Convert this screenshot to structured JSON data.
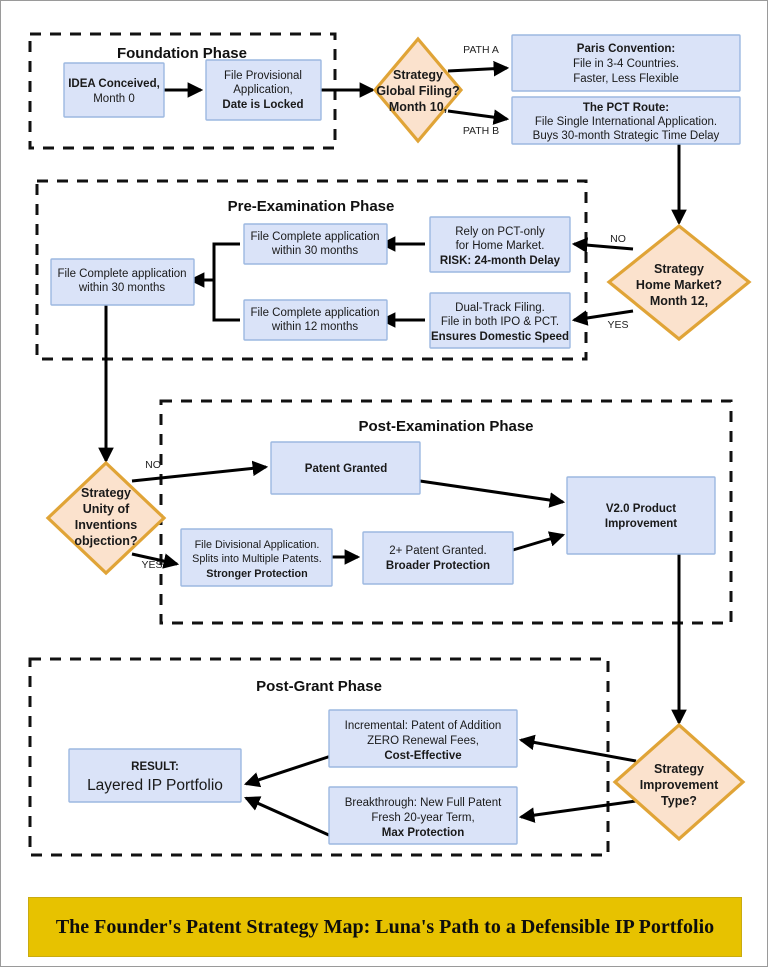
{
  "title_banner": {
    "text": "The Founder's Patent Strategy Map: Luna's Path to a Defensible IP Portfolio",
    "background": "#e7c200",
    "text_color": "#0d0d0d"
  },
  "colors": {
    "process_fill": "#dae3f8",
    "process_stroke": "#9cb8e0",
    "decision_fill": "#fbe2cd",
    "decision_stroke": "#e0a437",
    "edge": "#000000",
    "container_border": "#111111"
  },
  "phases": [
    {
      "id": "foundation",
      "label": "Foundation Phase"
    },
    {
      "id": "pre_examination",
      "label": "Pre-Examination Phase"
    },
    {
      "id": "post_examination",
      "label": "Post-Examination Phase"
    },
    {
      "id": "post_grant",
      "label": "Post-Grant Phase"
    }
  ],
  "nodes": {
    "idea": {
      "type": "process",
      "lines": [
        "IDEA Conceived,",
        "Month 0"
      ],
      "bold": [
        true,
        false
      ]
    },
    "provisional": {
      "type": "process",
      "lines": [
        "File Provisional",
        "Application,",
        "Date is Locked"
      ],
      "bold": [
        false,
        false,
        true
      ]
    },
    "global_filing": {
      "type": "decision",
      "lines": [
        "Strategy",
        "Global Filing?",
        "Month 10,"
      ],
      "bold": [
        true,
        true,
        true
      ]
    },
    "paris": {
      "type": "process",
      "lines": [
        "Paris Convention:",
        "File in 3-4 Countries.",
        "Faster, Less Flexible"
      ],
      "bold": [
        true,
        false,
        false
      ]
    },
    "pct": {
      "type": "process",
      "lines": [
        "The PCT Route:",
        "File Single International Application.",
        "Buys 30-month Strategic Time Delay"
      ],
      "bold": [
        true,
        false,
        false
      ]
    },
    "home_market": {
      "type": "decision",
      "lines": [
        "Strategy",
        "Home Market?",
        "Month 12,"
      ],
      "bold": [
        true,
        true,
        true
      ]
    },
    "pct_only": {
      "type": "process",
      "lines": [
        "Rely on PCT-only",
        "for Home Market.",
        "RISK: 24-month Delay"
      ],
      "bold": [
        false,
        false,
        true
      ]
    },
    "dual_track": {
      "type": "process",
      "lines": [
        "Dual-Track Filing.",
        "File in both IPO & PCT.",
        "Ensures Domestic Speed"
      ],
      "bold": [
        false,
        false,
        true
      ]
    },
    "complete_30_right": {
      "type": "process",
      "lines": [
        "File Complete application",
        "within 30 months"
      ],
      "bold": [
        false,
        false
      ]
    },
    "complete_12": {
      "type": "process",
      "lines": [
        "File Complete application",
        "within 12 months"
      ],
      "bold": [
        false,
        false
      ]
    },
    "complete_30_left": {
      "type": "process",
      "lines": [
        "File Complete application",
        "within 30 months"
      ],
      "bold": [
        false,
        false
      ]
    },
    "unity": {
      "type": "decision",
      "lines": [
        "Strategy",
        "Unity of",
        "Inventions",
        "objection?"
      ],
      "bold": [
        true,
        true,
        true,
        true
      ]
    },
    "patent_granted": {
      "type": "process",
      "lines": [
        "Patent Granted"
      ],
      "bold": [
        true
      ]
    },
    "divisional": {
      "type": "process",
      "lines": [
        "File Divisional Application.",
        "Splits into Multiple Patents.",
        "Stronger Protection"
      ],
      "bold": [
        false,
        false,
        true
      ]
    },
    "two_plus": {
      "type": "process",
      "lines": [
        "2+ Patent Granted.",
        "Broader Protection"
      ],
      "bold": [
        false,
        true
      ]
    },
    "v2": {
      "type": "process",
      "lines": [
        "V2.0 Product",
        "Improvement"
      ],
      "bold": [
        true,
        true
      ]
    },
    "improvement_type": {
      "type": "decision",
      "lines": [
        "Strategy",
        "Improvement",
        "Type?"
      ],
      "bold": [
        true,
        true,
        true
      ]
    },
    "incremental": {
      "type": "process",
      "lines": [
        "Incremental: Patent of Addition",
        "ZERO Renewal Fees,",
        "Cost-Effective"
      ],
      "bold": [
        false,
        false,
        true
      ]
    },
    "breakthrough": {
      "type": "process",
      "lines": [
        "Breakthrough: New Full Patent",
        "Fresh 20-year Term,",
        "Max Protection"
      ],
      "bold": [
        false,
        false,
        true
      ]
    },
    "result": {
      "type": "process",
      "lines": [
        "RESULT:",
        "Layered IP Portfolio"
      ],
      "bold": [
        true,
        false
      ]
    }
  },
  "edge_labels": {
    "path_a": "PATH A",
    "path_b": "PATH B",
    "home_no": "NO",
    "home_yes": "YES",
    "unity_no": "NO",
    "unity_yes": "YES"
  }
}
